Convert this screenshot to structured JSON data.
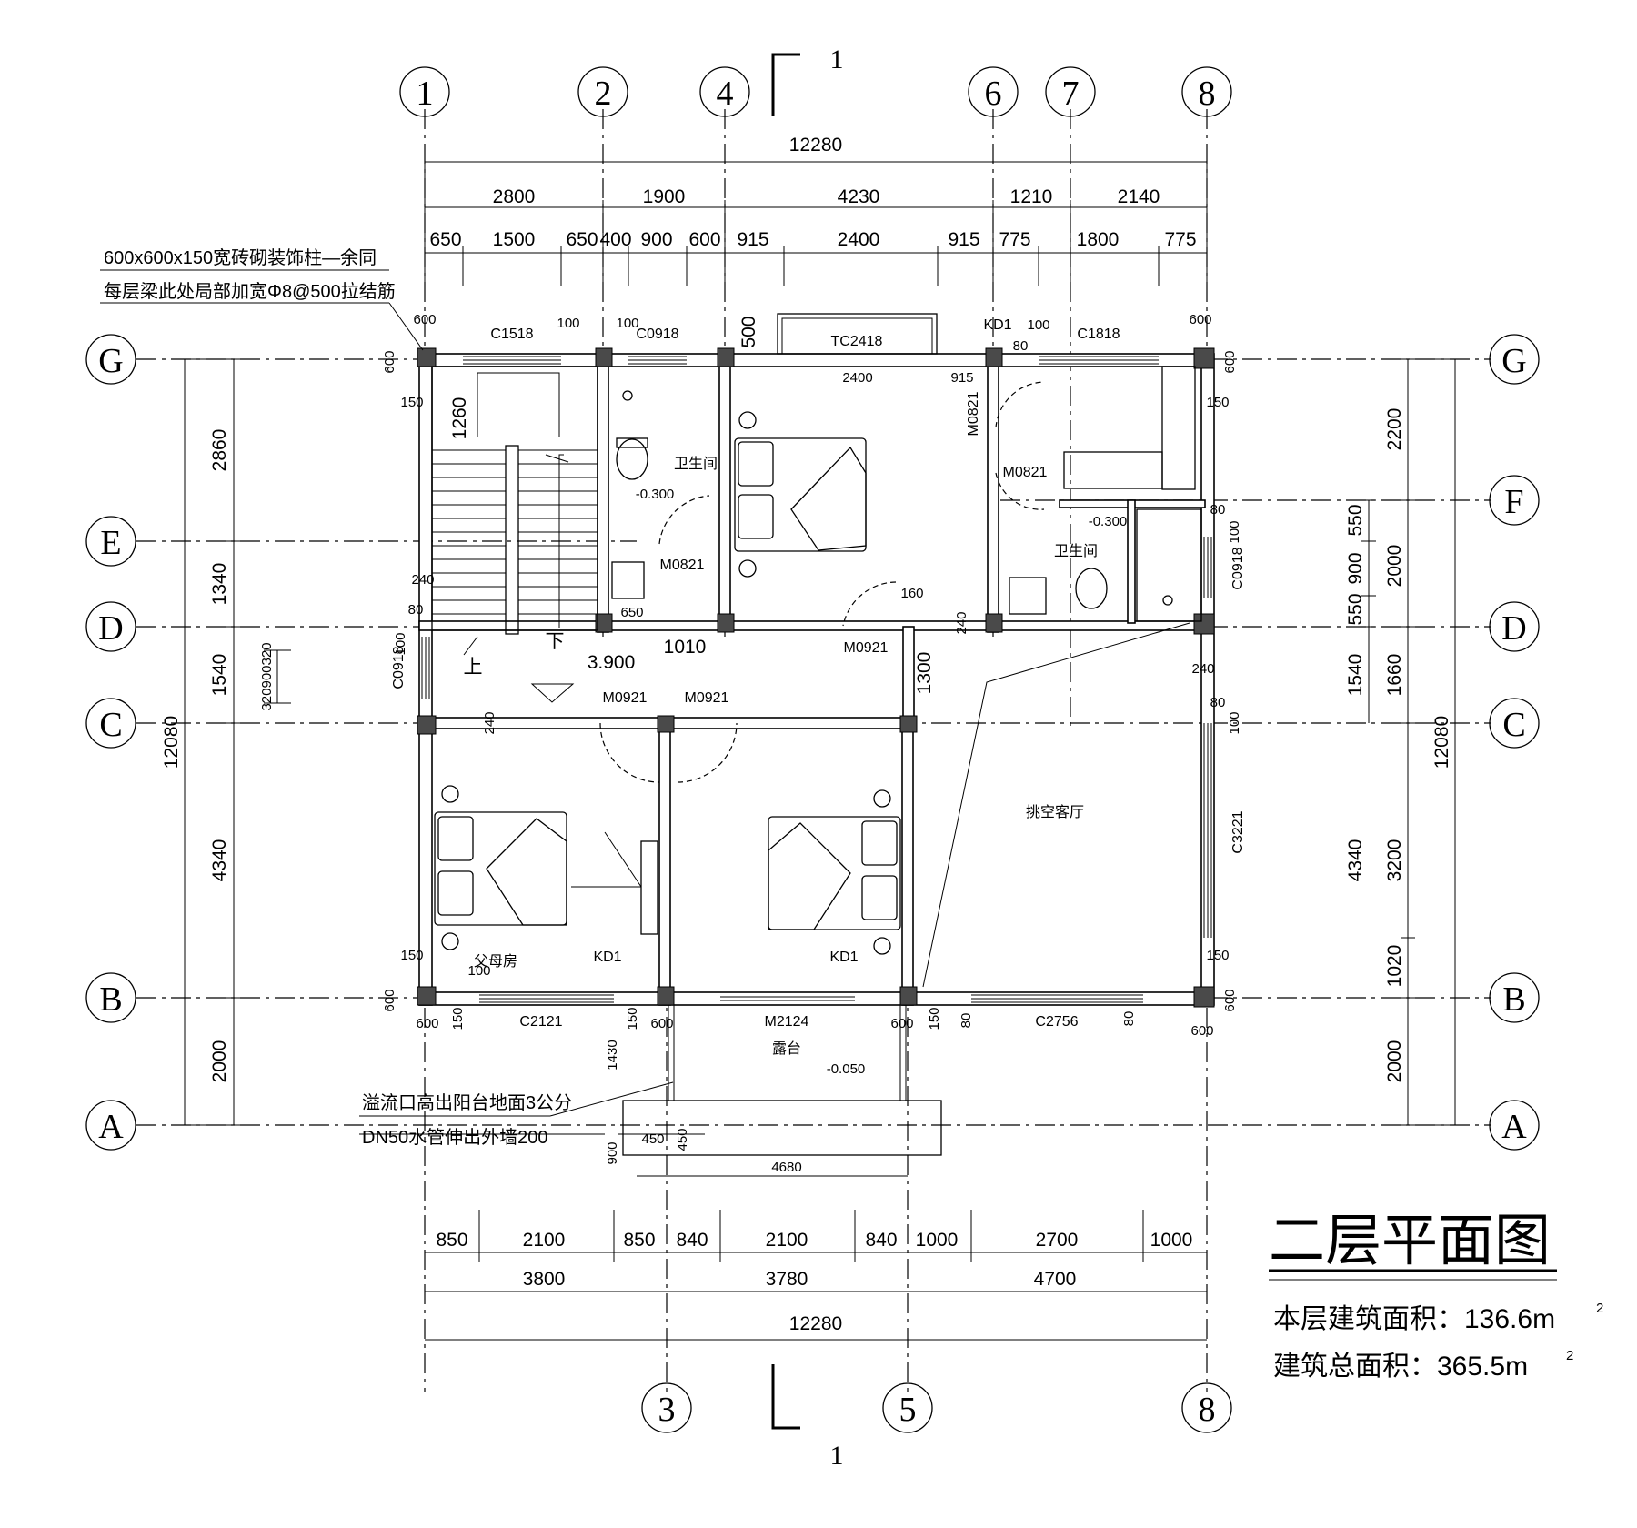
{
  "title": "二层平面图",
  "floor_area_label": "本层建筑面积：136.6m",
  "total_area_label": "建筑总面积：365.5m",
  "area_superscript": "2",
  "section_mark": "1",
  "axes_top": [
    "1",
    "2",
    "4",
    "6",
    "7",
    "8"
  ],
  "axes_bottom": [
    "3",
    "5",
    "8"
  ],
  "axes_left": [
    "G",
    "E",
    "D",
    "C",
    "B",
    "A"
  ],
  "axes_right": [
    "G",
    "F",
    "D",
    "C",
    "B",
    "A"
  ],
  "dims_top": {
    "total": "12280",
    "row2": [
      "2800",
      "1900",
      "4230",
      "1210",
      "2140"
    ],
    "row3": [
      "650",
      "1500",
      "650",
      "400",
      "900",
      "600",
      "915",
      "2400",
      "915",
      "775",
      "1800",
      "775"
    ]
  },
  "dims_bottom": {
    "row1": [
      "850",
      "2100",
      "850",
      "840",
      "2100",
      "840",
      "1000",
      "2700",
      "1000"
    ],
    "row2": [
      "3800",
      "3780",
      "4700"
    ],
    "total": "12280"
  },
  "dims_left": {
    "total": "12080",
    "segments": [
      "2860",
      "1340",
      "1540",
      "4340",
      "2000"
    ],
    "small": "320900320"
  },
  "dims_right": {
    "total": "12080",
    "outer": [
      "2200",
      "2000",
      "1660",
      "3200",
      "1020",
      "2000"
    ],
    "inner": [
      "550",
      "900",
      "550",
      "1540",
      "4340"
    ]
  },
  "notes": {
    "column_note": "600x600x150宽砖砌装饰柱—余同",
    "beam_note": "每层梁此处局部加宽Φ8@500拉结筋",
    "overflow_note": "溢流口高出阳台地面3公分",
    "pipe_note": "DN50水管伸出外墙200"
  },
  "rooms": {
    "bathroom_1": "卫生间",
    "bathroom_2": "卫生间",
    "parents_room": "父母房",
    "void_living": "挑空客厅",
    "terrace": "露台"
  },
  "openings": {
    "c1518": "C1518",
    "c0918_top": "C0918",
    "tc2418": "TC2418",
    "c1818": "C1818",
    "kd1_top": "KD1",
    "m0821_a": "M0821",
    "m0821_b": "M0821",
    "m0821_c": "M0821",
    "m0921_a": "M0921",
    "m0921_b": "M0921",
    "m0921_c": "M0921",
    "c0918_left": "C0918",
    "c0918_right": "C0918",
    "c3221": "C3221",
    "c2121": "C2121",
    "m2124": "M2124",
    "c2756": "C2756",
    "kd1_b1": "KD1",
    "kd1_b2": "KD1"
  },
  "levels": {
    "floor": "3.900",
    "bath1": "-0.300",
    "bath2": "-0.300",
    "terrace": "-0.050"
  },
  "stair": {
    "up": "上",
    "down": "下"
  },
  "misc_dims": {
    "d600_tl": "600",
    "d600_tr": "600",
    "d600_bl": "600",
    "d600_br": "600",
    "d600_b2": "600",
    "d600_b3": "600",
    "d600_gl": "600",
    "d600_gr": "600",
    "d600_bl2": "600",
    "d600_br2": "600",
    "d1260": "1260",
    "d500": "500",
    "d2400": "2400",
    "d915": "915",
    "d650": "650",
    "d1010": "1010",
    "d1300": "1300",
    "d160": "160",
    "d240_a": "240",
    "d240_b": "240",
    "d240_c": "240",
    "d240_d": "240",
    "d150_a": "150",
    "d150_b": "150",
    "d150_c": "150",
    "d150_d": "150",
    "d150_e": "150",
    "d150_f": "150",
    "d150_g": "150",
    "d100_a": "100",
    "d100_b": "100",
    "d100_c": "100",
    "d100_d": "100",
    "d100_e": "100",
    "d100_f": "100",
    "d100_g": "100",
    "d80_a": "80",
    "d80_b": "80",
    "d80_c": "80",
    "d80_d": "80",
    "d80_e": "80",
    "d80_f": "80",
    "d1430": "1430",
    "d450_a": "450",
    "d450_b": "450",
    "d900": "900",
    "d4680": "4680"
  }
}
